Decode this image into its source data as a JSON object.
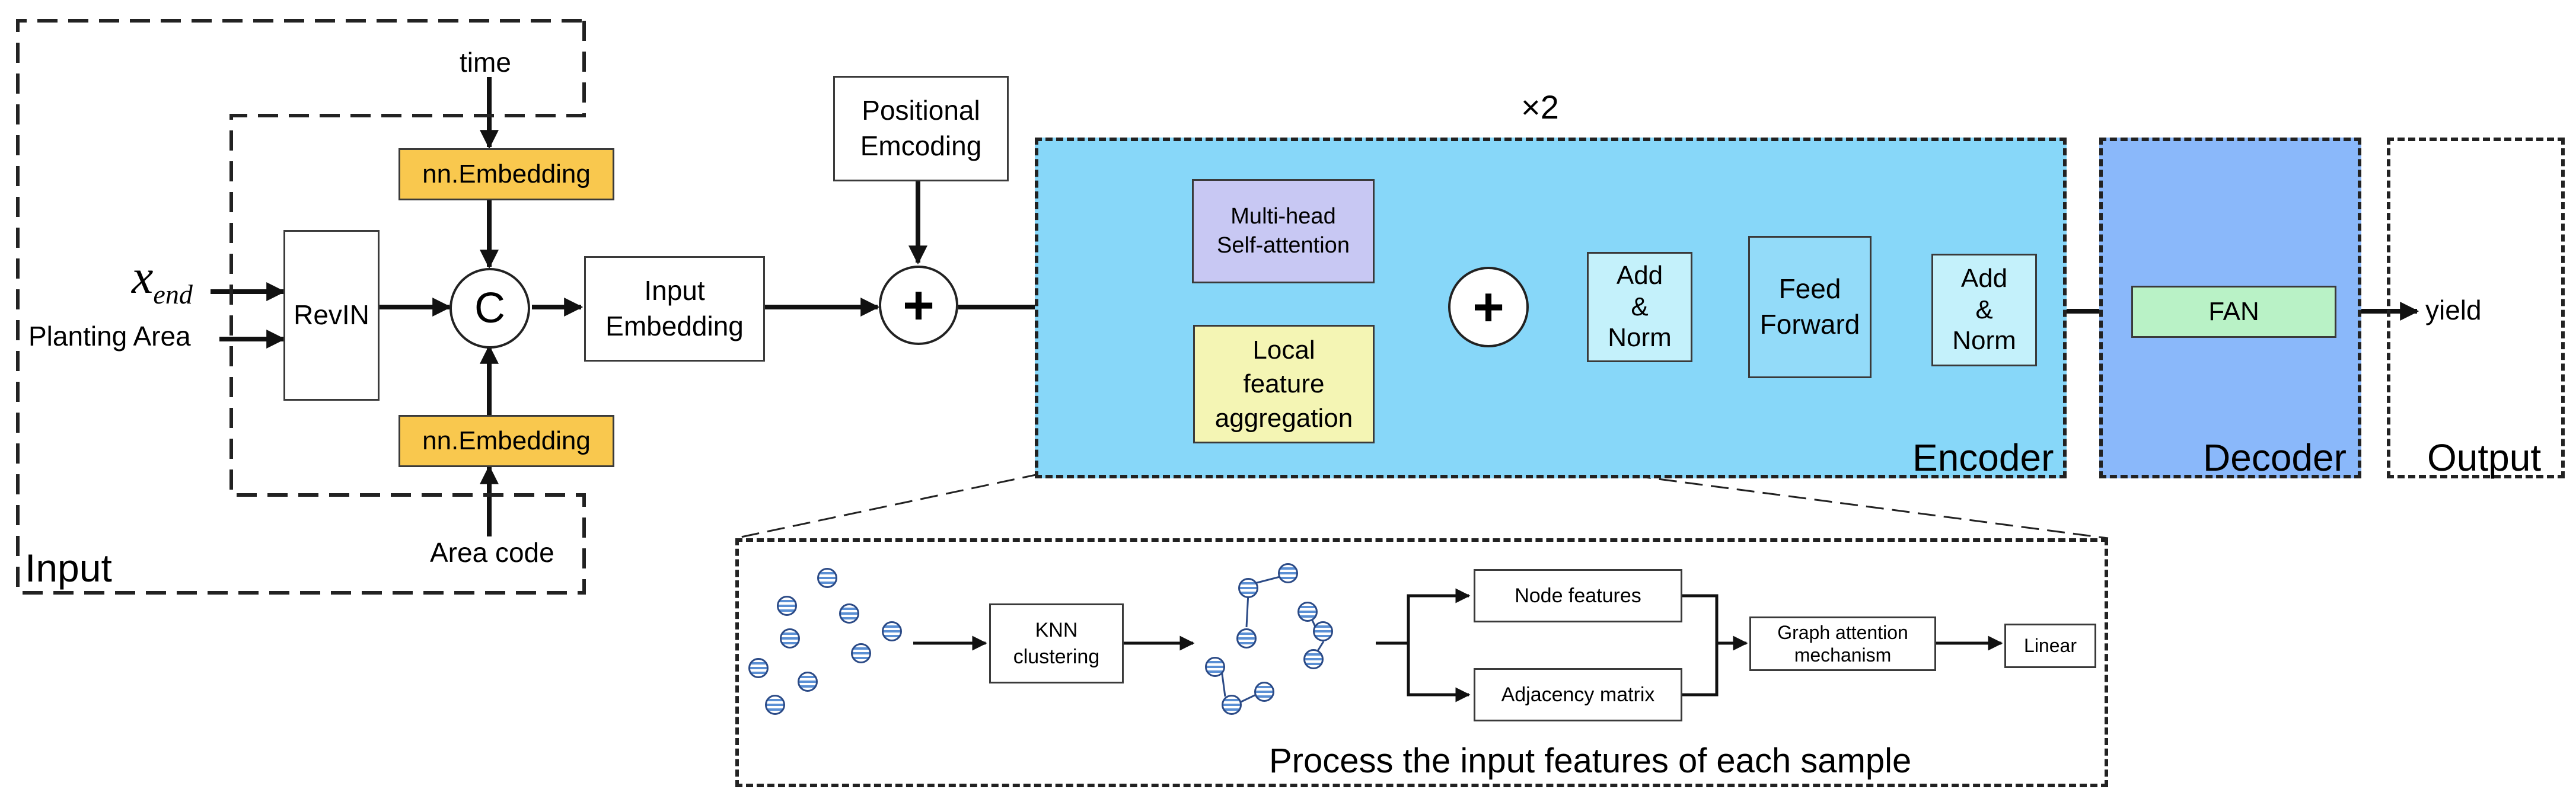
{
  "input": {
    "x_main": "x",
    "x_sub": "end",
    "planting_area": "Planting Area",
    "time": "time",
    "area_code": "Area code",
    "embed_top": "nn.Embedding",
    "embed_bottom": "nn.Embedding",
    "revin": "RevIN",
    "concat": "C",
    "input_embedding": [
      "Input",
      "Embedding"
    ],
    "region_label": "Input"
  },
  "positional": [
    "Positional",
    "Emcoding"
  ],
  "plus_symbol": "+",
  "encoder": {
    "repeat": "×2",
    "multi_head": [
      "Multi-head",
      "Self-attention"
    ],
    "local_feature": [
      "Local",
      "feature",
      "aggregation"
    ],
    "add_norm_1": [
      "Add",
      "&",
      "Norm"
    ],
    "feed_forward": [
      "Feed",
      "Forward"
    ],
    "add_norm_2": [
      "Add",
      "&",
      "Norm"
    ],
    "label": "Encoder",
    "color": "#87d7f9"
  },
  "decoder": {
    "fan": "FAN",
    "label": "Decoder",
    "color": "#8ab8fa"
  },
  "output": {
    "yield": "yield",
    "label": "Output"
  },
  "detail": {
    "knn": [
      "KNN",
      "clustering"
    ],
    "node_features": "Node features",
    "adjacency_matrix": "Adjacency matrix",
    "graph_attention": [
      "Graph attention",
      "mechanism"
    ],
    "linear": "Linear",
    "caption": "Process the input features of each sample"
  },
  "colors": {
    "embedding": "#f9c84e",
    "multi_head": "#c8c8f3",
    "local_feature": "#f4f5b4",
    "add_norm": "#c4f1fb",
    "feed_forward": "#93dbf9",
    "fan": "#b9f2c6"
  }
}
